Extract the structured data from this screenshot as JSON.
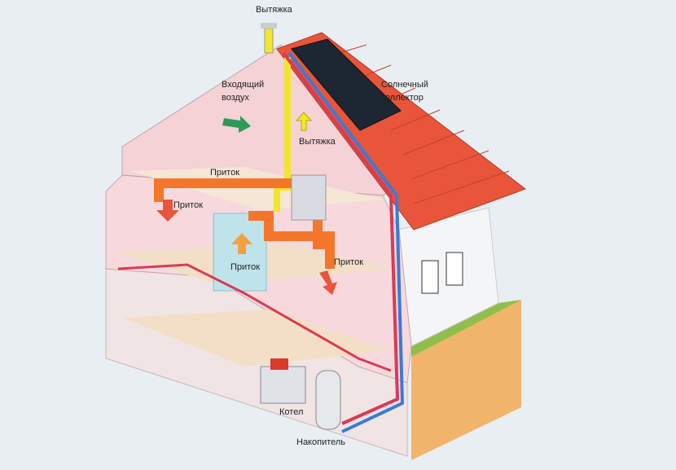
{
  "labels": {
    "exhaust_top": "Вытяжка",
    "incoming_air_line1": "Входящий",
    "incoming_air_line2": "воздух",
    "solar_line1": "Солнечный",
    "solar_line2": "коллектор",
    "exhaust_attic": "Вытяжка",
    "supply_attic": "Приток",
    "supply_left": "Приток",
    "supply_bath": "Приток",
    "supply_right": "Приток",
    "boiler": "Котел",
    "storage_tank": "Накопитель"
  },
  "colors": {
    "roof": "#e8553a",
    "supply_duct": "#f4762a",
    "exhaust_duct": "#f2e62c",
    "intake_arrow": "#2e9a5a",
    "hot_pipe": "#d93a55",
    "cold_pipe": "#3a7bd5",
    "solar_panel": "#1d2733"
  }
}
